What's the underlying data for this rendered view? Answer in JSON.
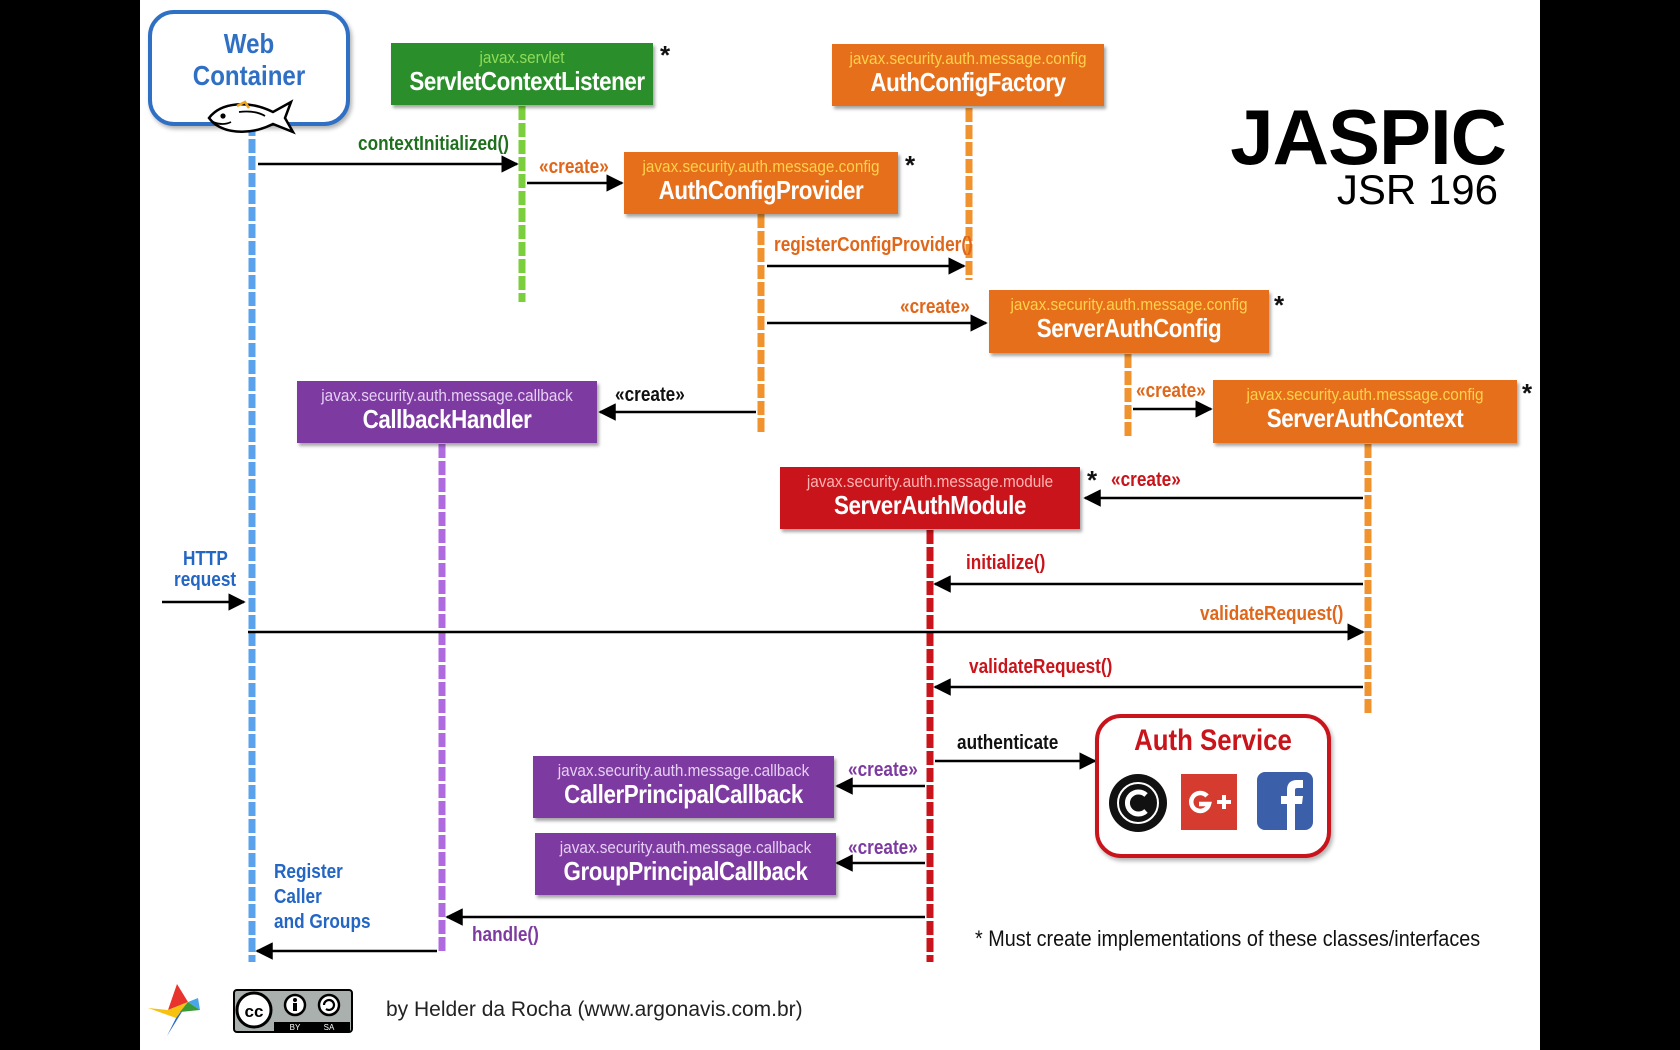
{
  "title": "JASPIC",
  "subtitle": "JSR 196",
  "web_container": {
    "label": "Web Container"
  },
  "classes": {
    "servlet_context_listener": {
      "package": "javax.servlet",
      "name": "ServletContextListener"
    },
    "auth_config_factory": {
      "package": "javax.security.auth.message.config",
      "name": "AuthConfigFactory"
    },
    "auth_config_provider": {
      "package": "javax.security.auth.message.config",
      "name": "AuthConfigProvider"
    },
    "server_auth_config": {
      "package": "javax.security.auth.message.config",
      "name": "ServerAuthConfig"
    },
    "server_auth_context": {
      "package": "javax.security.auth.message.config",
      "name": "ServerAuthContext"
    },
    "callback_handler": {
      "package": "javax.security.auth.message.callback",
      "name": "CallbackHandler"
    },
    "server_auth_module": {
      "package": "javax.security.auth.message.module",
      "name": "ServerAuthModule"
    },
    "caller_principal_callback": {
      "package": "javax.security.auth.message.callback",
      "name": "CallerPrincipalCallback"
    },
    "group_principal_callback": {
      "package": "javax.security.auth.message.callback",
      "name": "GroupPrincipalCallback"
    }
  },
  "star": "*",
  "messages": {
    "context_initialized": "contextInitialized()",
    "create": "«create»",
    "register_config_provider": "registerConfigProvider()",
    "initialize": "initialize()",
    "validate_request": "validateRequest()",
    "authenticate": "authenticate",
    "handle": "handle()",
    "http_request": [
      "HTTP",
      "request"
    ],
    "register_caller_groups": [
      "Register",
      "Caller",
      "and Groups"
    ]
  },
  "auth_service": {
    "label": "Auth Service",
    "icons": [
      "openid-icon",
      "google-plus-icon",
      "facebook-icon"
    ]
  },
  "footnote": "* Must create implementations of these classes/interfaces",
  "credit": "by Helder da Rocha (www.argonavis.com.br)",
  "license_badge": {
    "cc": "cc",
    "by": "BY",
    "sa": "SA"
  },
  "colors": {
    "green": "#2a8f2a",
    "orange": "#e66f1c",
    "purple": "#7d3aa0",
    "red": "#c8141a",
    "blue": "#2f6fc4",
    "lifeline_blue": "#5aa2ec",
    "lifeline_green": "#7ccf3c",
    "lifeline_purple": "#b06ae0"
  }
}
